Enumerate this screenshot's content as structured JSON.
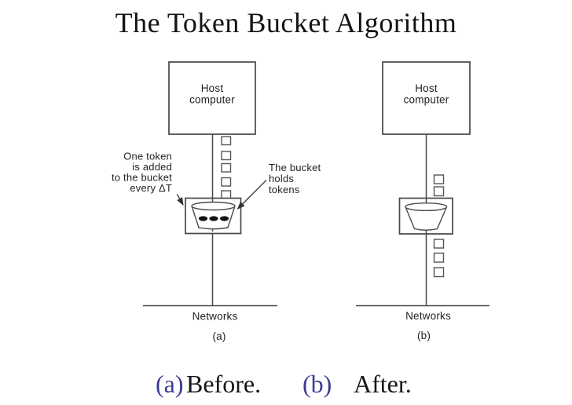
{
  "title": "The Token Bucket Algorithm",
  "colors": {
    "background": "#ffffff",
    "diagram_stroke": "#474747",
    "diagram_text": "#1f1f1f",
    "title_color": "#141414",
    "caption_label_color": "#3c3c96",
    "caption_text_color": "#161616",
    "token_dot_fill": "#121212"
  },
  "diagram_a": {
    "name": "Before",
    "host_label_line1": "Host",
    "host_label_line2": "computer",
    "annotation_left_lines": [
      "One token",
      "is added",
      "to the bucket",
      "every ΔT"
    ],
    "annotation_right_lines": [
      "The bucket",
      "holds",
      "tokens"
    ],
    "network_label": "Networks",
    "sublabel": "(a)",
    "tokens_above_bucket": 5,
    "tokens_in_bucket": 3,
    "tokens_below_bucket": 0
  },
  "diagram_b": {
    "name": "After",
    "host_label_line1": "Host",
    "host_label_line2": "computer",
    "network_label": "Networks",
    "sublabel": "(b)",
    "tokens_above_bucket": 2,
    "tokens_in_bucket": 0,
    "tokens_below_bucket": 3
  },
  "caption": {
    "a_label": "(a)",
    "a_text": "Before.",
    "b_label": "(b)",
    "b_text": "After."
  }
}
